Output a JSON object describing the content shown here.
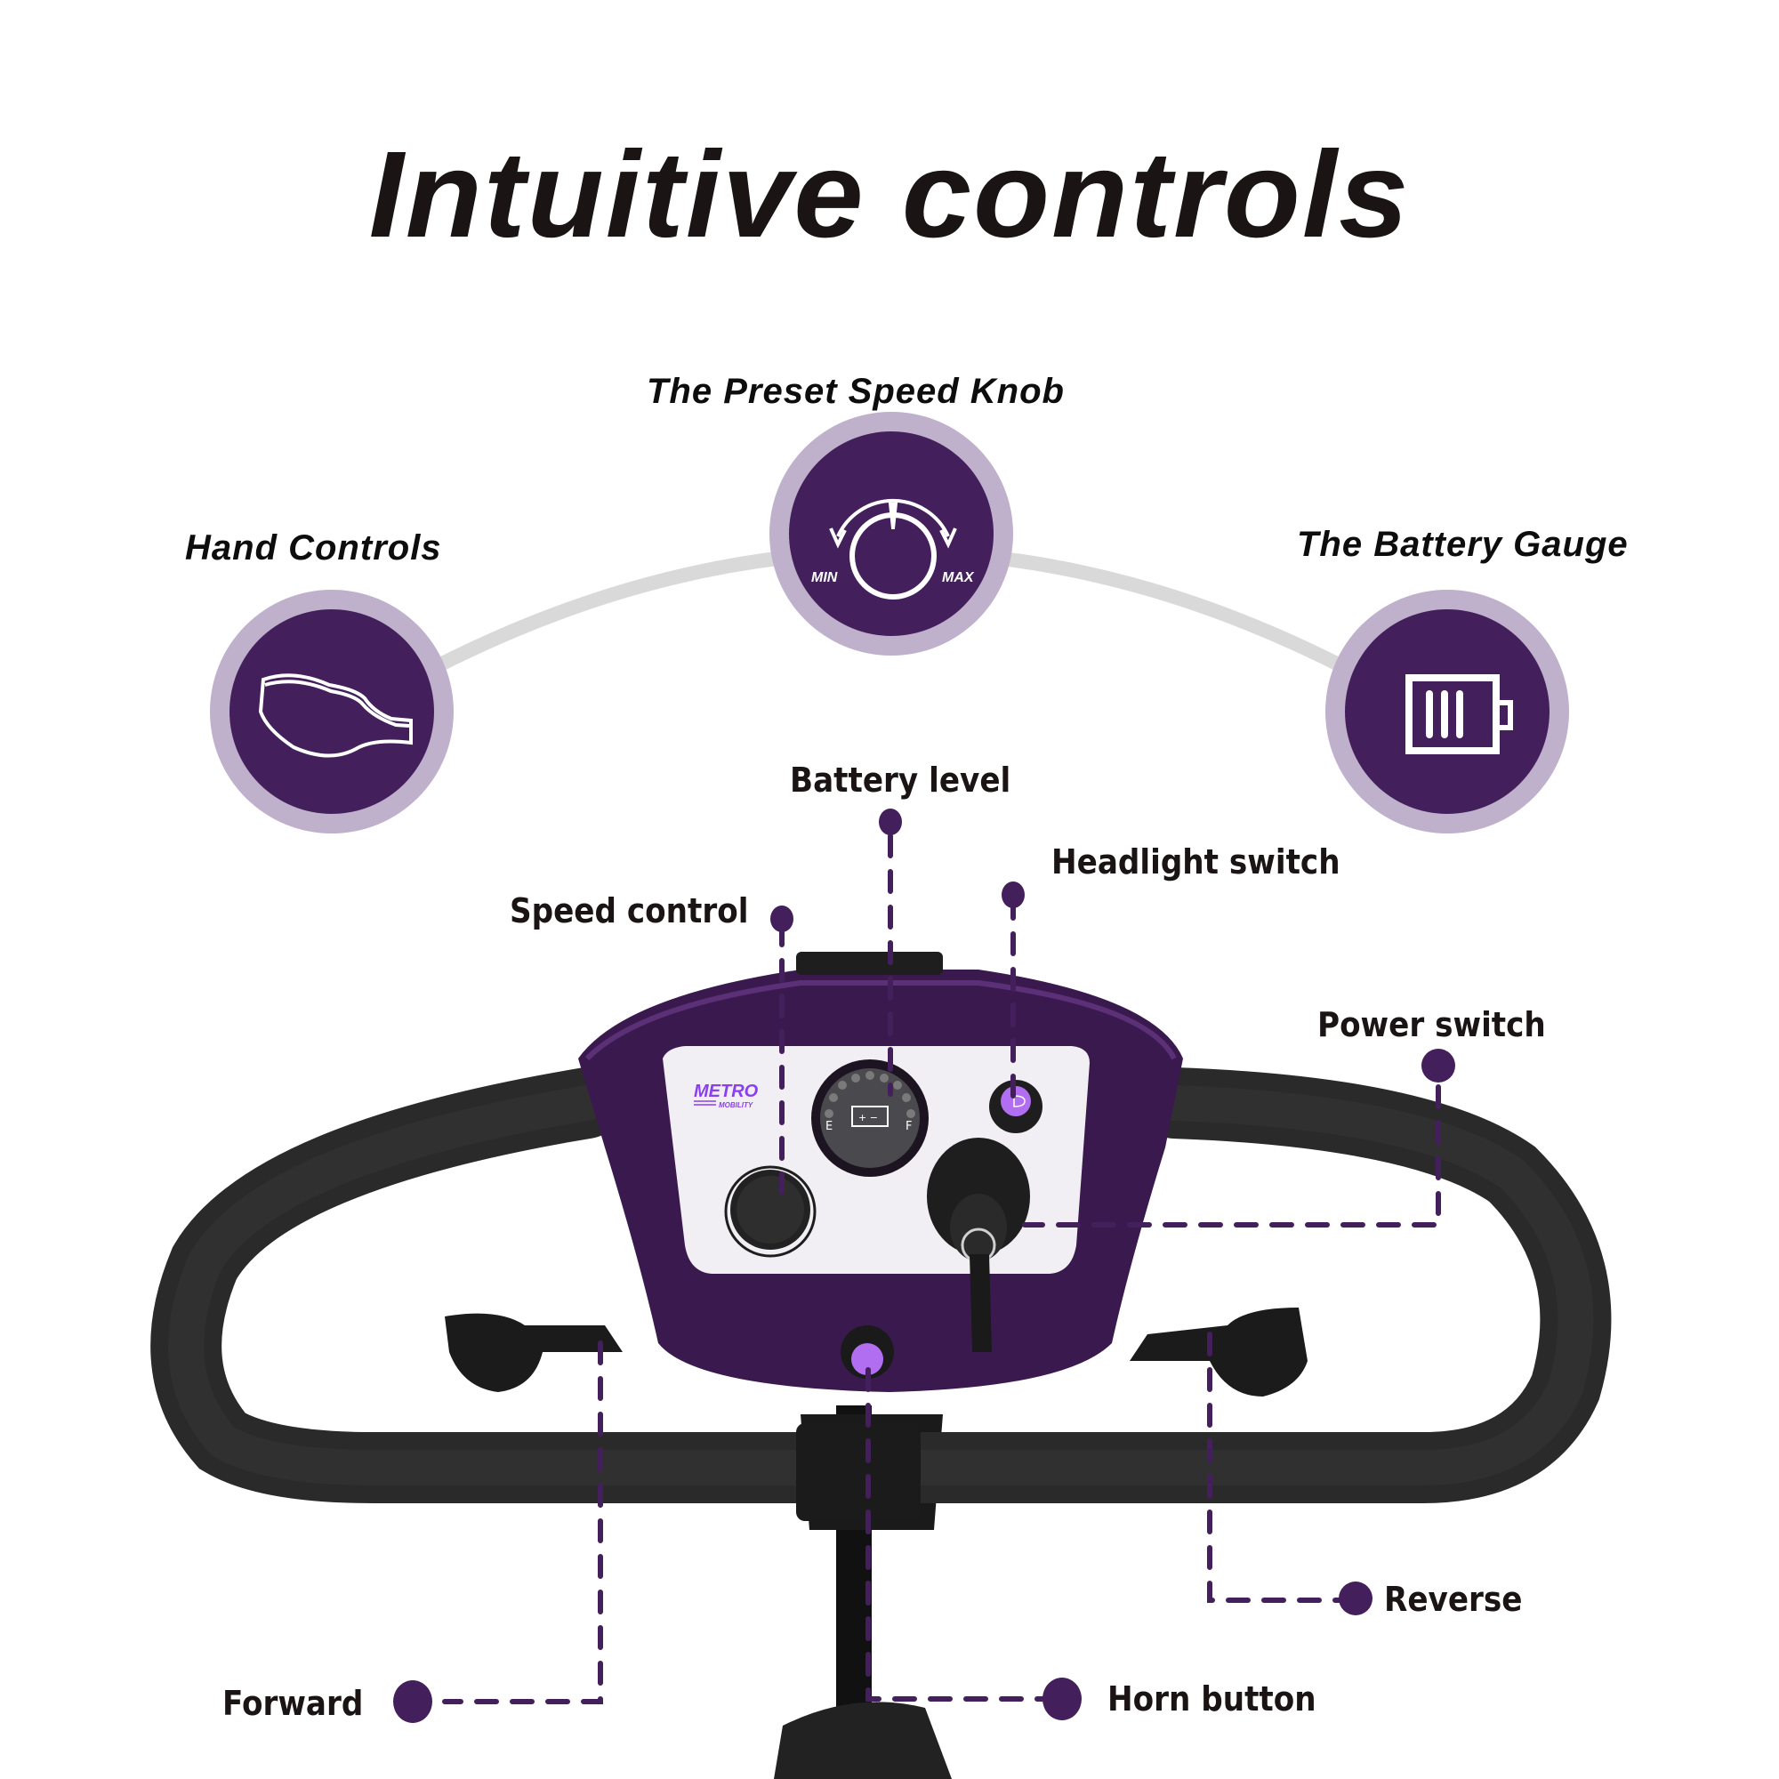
{
  "header": {
    "title": "Intuitive controls"
  },
  "features": [
    {
      "title": "Hand Controls",
      "icon": "hand-grip-icon"
    },
    {
      "title": "The Preset Speed Knob",
      "icon": "speed-knob-icon",
      "min_label": "MIN",
      "max_label": "MAX"
    },
    {
      "title": "The Battery Gauge",
      "icon": "battery-icon"
    }
  ],
  "callouts": {
    "battery_level": "Battery level",
    "headlight_switch": "Headlight switch",
    "speed_control": "Speed control",
    "power_switch": "Power switch",
    "reverse": "Reverse",
    "forward": "Forward",
    "horn_button": "Horn button"
  },
  "panel": {
    "brand_line1": "METRO",
    "brand_line2": "MOBILITY",
    "gauge_empty": "E",
    "gauge_full": "F",
    "battery_plus_minus": "+ −"
  },
  "colors": {
    "accent_purple": "#43205c",
    "ring_lavender": "#bfb0cc",
    "arc_gray": "#d9d9d9",
    "button_violet": "#b26ef0",
    "brand_violet": "#8a3ff0"
  }
}
